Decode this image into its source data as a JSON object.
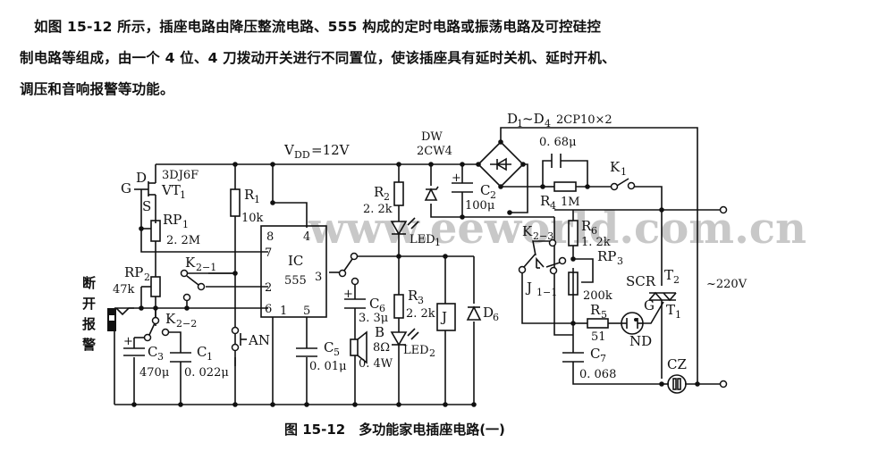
{
  "description": {
    "line1": "如图 15-12 所示，插座电路由降压整流电路、555 构成的定时电路或振荡电路及可控硅控",
    "line2": "制电路等组成，由一个 4 位、4 刀拨动开关进行不同置位，使该插座具有延时关机、延时开机、",
    "line3": "调压和音响报警等功能。"
  },
  "caption": "图 15-12　多功能家电插座电路(一)",
  "watermark": "www.eeworld.com.cn",
  "circuit": {
    "supply": "V",
    "supply_sub": "DD",
    "supply_value": "=12V",
    "vt1": {
      "d": "D",
      "g": "G",
      "s": "S",
      "type": "3DJ6F",
      "name": "VT",
      "sub": "1"
    },
    "rp1": {
      "name": "RP",
      "sub": "1",
      "value": "2. 2M"
    },
    "r1": {
      "name": "R",
      "sub": "1",
      "value": "10k"
    },
    "ic": {
      "name": "IC",
      "type": "555",
      "pins": [
        "8",
        "4",
        "7",
        "2",
        "6",
        "1",
        "5",
        "3"
      ]
    },
    "rp2": {
      "name": "RP",
      "sub": "2",
      "value": "47k"
    },
    "k21": {
      "name": "K",
      "sub": "2−1"
    },
    "k22": {
      "name": "K",
      "sub": "2−2"
    },
    "k23": {
      "name": "K",
      "sub": "2−3"
    },
    "alarm_label": [
      "断",
      "开",
      "报",
      "警"
    ],
    "c3": {
      "name": "C",
      "sub": "3",
      "value": "470μ",
      "polarity": "+"
    },
    "c1": {
      "name": "C",
      "sub": "1",
      "value": "0. 022μ"
    },
    "an": "AN",
    "c5": {
      "name": "C",
      "sub": "5",
      "value": "0. 01μ"
    },
    "c6": {
      "name": "C",
      "sub": "6",
      "value": "3. 3μ",
      "polarity": "+"
    },
    "speaker": {
      "name": "B",
      "ohm": "8Ω",
      "power": "0. 4W"
    },
    "r2": {
      "name": "R",
      "sub": "2",
      "value": "2. 2k"
    },
    "led1": {
      "name": "LED",
      "sub": "1"
    },
    "r3": {
      "name": "R",
      "sub": "3",
      "value": "2. 2k"
    },
    "led2": {
      "name": "LED",
      "sub": "2"
    },
    "relay": "J",
    "d6": {
      "name": "D",
      "sub": "6"
    },
    "dw": {
      "name": "DW",
      "type": "2CW4"
    },
    "c2": {
      "name": "C",
      "sub": "2",
      "value": "100μ",
      "polarity": "+"
    },
    "bridge": {
      "label": "D",
      "sub1": "1",
      "mid": "~D",
      "sub2": "4",
      "type": "2CP10×2"
    },
    "c_068": "0. 68μ",
    "r4": {
      "name": "R",
      "sub": "4",
      "value": "1M"
    },
    "k1": {
      "name": "K",
      "sub": "1"
    },
    "r6": {
      "name": "R",
      "sub": "6",
      "value": "1. 2k"
    },
    "rp3": {
      "name": "RP",
      "sub": "3",
      "value": "200k"
    },
    "j11": {
      "name": "J",
      "sub": "1−1"
    },
    "r5": {
      "name": "R",
      "sub": "5",
      "value": "51"
    },
    "nd": "ND",
    "c7": {
      "name": "C",
      "sub": "7",
      "value": "0. 068"
    },
    "scr": {
      "name": "SCR",
      "t2": "T",
      "t2sub": "2",
      "t1": "T",
      "t1sub": "1",
      "g": "G"
    },
    "cz": "CZ",
    "mains": "~220V"
  }
}
